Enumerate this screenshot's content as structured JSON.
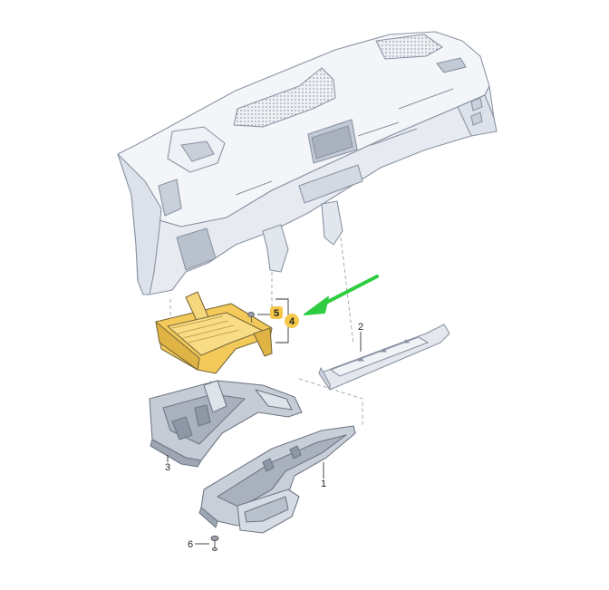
{
  "diagram": {
    "callouts": [
      {
        "id": "1",
        "label": "1",
        "highlighted": false
      },
      {
        "id": "2",
        "label": "2",
        "highlighted": false
      },
      {
        "id": "3",
        "label": "3",
        "highlighted": false
      },
      {
        "id": "4",
        "label": "4",
        "highlighted": true
      },
      {
        "id": "5",
        "label": "5",
        "highlighted": true
      },
      {
        "id": "6",
        "label": "6",
        "highlighted": false
      }
    ],
    "colors": {
      "line": "#8a93a3",
      "fill_light": "#f3f5f8",
      "fill_mid": "#dde2ea",
      "fill_dark": "#a9b1be",
      "highlight_part": "#f3c95a",
      "highlight_badge": "#f5c84a",
      "arrow": "#2ecc40"
    }
  }
}
